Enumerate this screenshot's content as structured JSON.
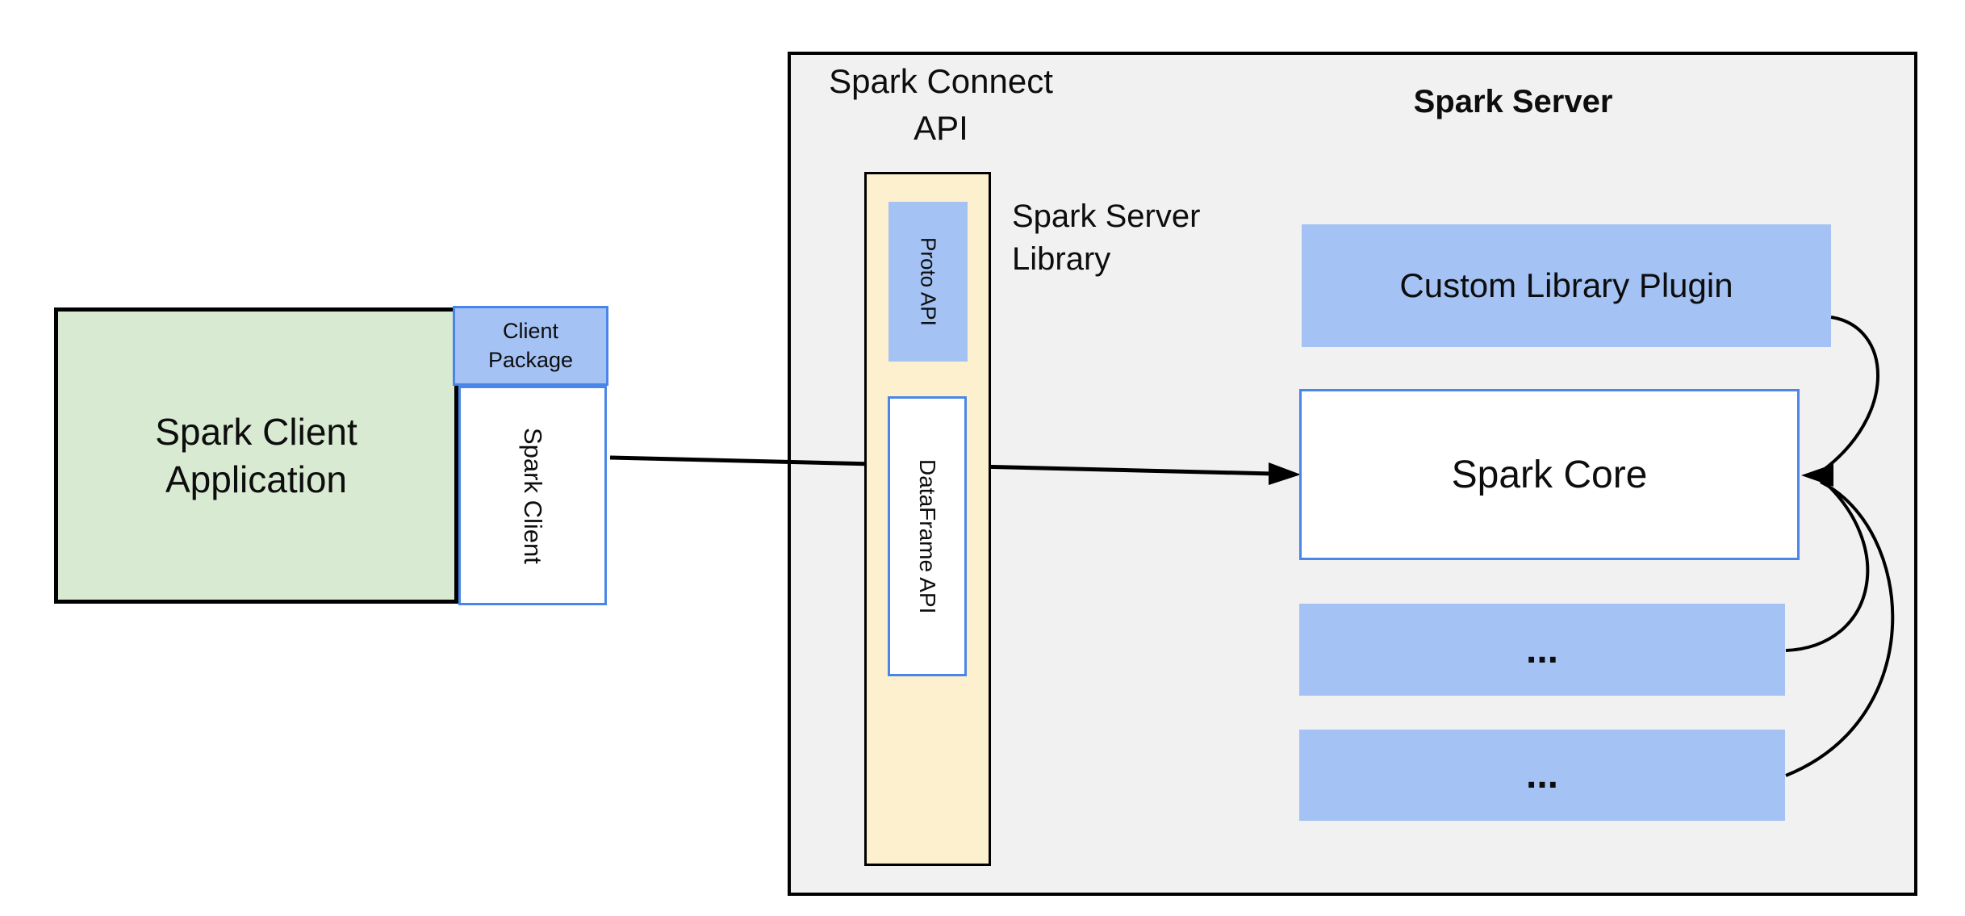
{
  "colors": {
    "canvas_bg": "#ffffff",
    "container_bg": "#f1f1f2",
    "container_border": "#000000",
    "green_fill": "#d9ead3",
    "green_border": "#000000",
    "blue_fill": "#a4c2f4",
    "blue_border": "#4a86e8",
    "yellow_fill": "#fdf0ce",
    "yellow_border": "#000000",
    "white_fill": "#ffffff",
    "text_color": "#0d0d0d",
    "arrow_color": "#000000"
  },
  "client_application": {
    "label_line1": "Spark Client",
    "label_line2": "Application"
  },
  "client_package": {
    "label_line1": "Client",
    "label_line2": "Package"
  },
  "spark_client": {
    "label": "Spark Client"
  },
  "spark_connect_api": {
    "label_line1": "Spark Connect",
    "label_line2": "API"
  },
  "server_library_bar": {
    "proto_api_label": "Proto API",
    "dataframe_api_label": "DataFrame API"
  },
  "spark_server_library": {
    "label_line1": "Spark Server",
    "label_line2": "Library"
  },
  "spark_server": {
    "title": "Spark Server",
    "custom_library_plugin_label": "Custom Library Plugin",
    "spark_core_label": "Spark Core",
    "plugin_placeholder_1": "...",
    "plugin_placeholder_2": "..."
  }
}
